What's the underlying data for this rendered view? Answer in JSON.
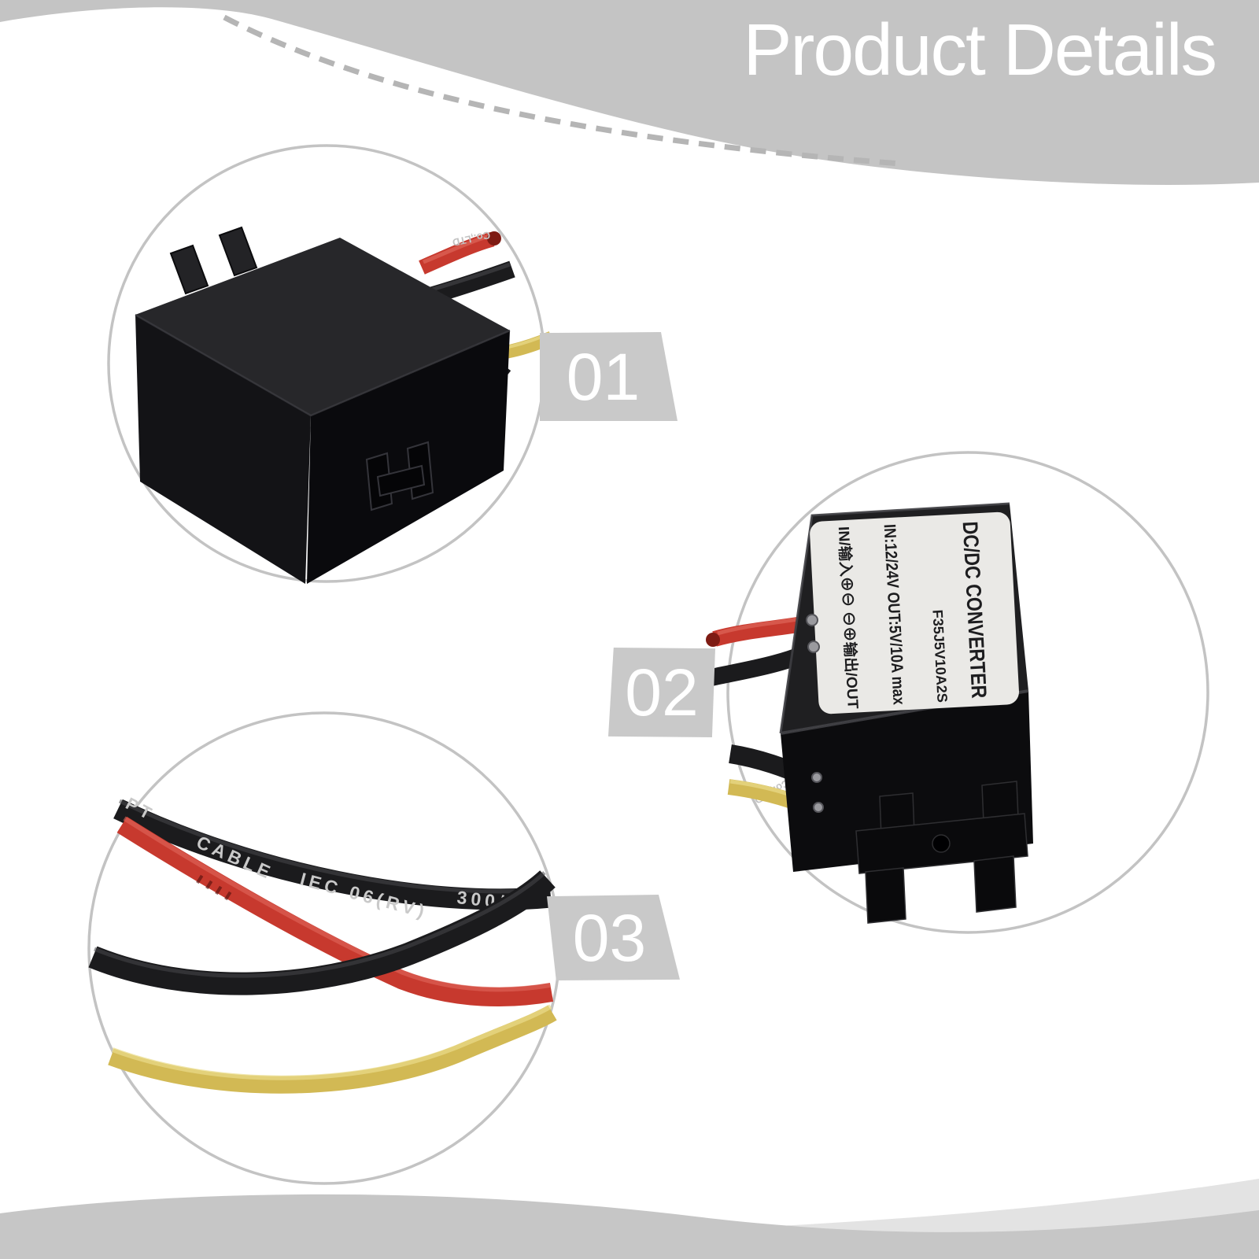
{
  "header": {
    "title": "Product Details"
  },
  "callouts": [
    {
      "number": "01"
    },
    {
      "number": "02"
    },
    {
      "number": "03"
    }
  ],
  "device_label": {
    "title": "DC/DC CONVERTER",
    "model": "F35J5V10A2S",
    "io_spec": "IN:12/24V  OUT:5V/10A max",
    "terminals": "IN/输入⊕⊖ ⊖⊕输出/OUT"
  },
  "wire_markings": {
    "cable_partial": "PT",
    "cable_brand": "CABLE",
    "cable_standard": "IEC 06(RV)",
    "cable_rating": "300/",
    "red_wire_print": "Co.,LTD",
    "black_wire_print": "Co.,LTD"
  },
  "colors": {
    "header_band": "#c4c4c4",
    "title_text": "#ffffff",
    "dashed_line": "#b5b5b5",
    "circle_ring": "#c3c3c3",
    "badge_bg": "#c9c9c9",
    "badge_text": "#ffffff",
    "wire_red": "#c7392e",
    "wire_black": "#1b1b1d",
    "wire_yellow": "#d2b954",
    "device_body": "#1f1f21",
    "device_label_bg": "#eae9e6",
    "footer_dark": "#c6c6c6",
    "footer_light": "#e3e3e3"
  }
}
